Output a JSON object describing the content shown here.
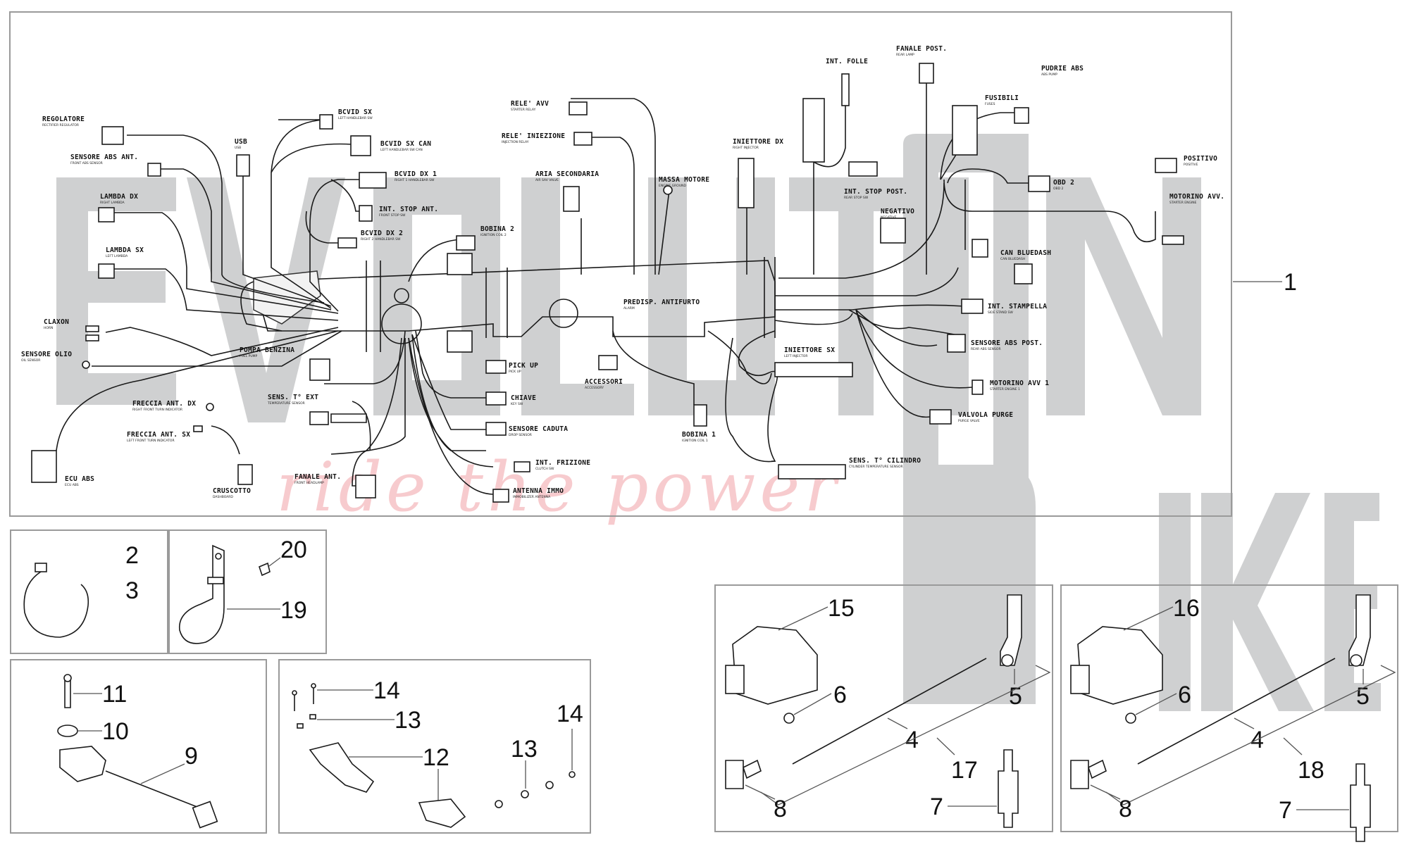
{
  "watermark": {
    "brand_line1": "EVOLUTION",
    "brand_line2": "BIKE",
    "slogan": "ride the power",
    "color": "#cfd0d1",
    "slogan_color": "#f6c3c6"
  },
  "harness": {
    "callout": "1",
    "connectors": [
      {
        "id": "regolatore",
        "label": "REGOLATORE",
        "sub": "RECTIFIER REGULATOR"
      },
      {
        "id": "sensore-abs-ant",
        "label": "SENSORE ABS ANT.",
        "sub": "FRONT ABS SENSOR"
      },
      {
        "id": "lambda-dx",
        "label": "LAMBDA DX",
        "sub": "RIGHT LAMBDA"
      },
      {
        "id": "lambda-sx",
        "label": "LAMBDA SX",
        "sub": "LEFT LAMBDA"
      },
      {
        "id": "claxon",
        "label": "CLAXON",
        "sub": "HORN"
      },
      {
        "id": "sensore-olio",
        "label": "SENSORE OLIO",
        "sub": "OIL SENSOR"
      },
      {
        "id": "ecu-abs",
        "label": "ECU ABS",
        "sub": "ECU ABS"
      },
      {
        "id": "usb",
        "label": "USB",
        "sub": "USB"
      },
      {
        "id": "bcvid-sx",
        "label": "BCVID SX",
        "sub": "LEFT HANDLEBAR SW"
      },
      {
        "id": "bcvid-sx-can",
        "label": "BCVID SX CAN",
        "sub": "LEFT HANDLEBAR SW CAN"
      },
      {
        "id": "bcvid-dx-1",
        "label": "BCVID DX 1",
        "sub": "RIGHT 1 HANDLEBAR SW"
      },
      {
        "id": "int-stop-ant",
        "label": "INT. STOP ANT.",
        "sub": "FRONT STOP SW"
      },
      {
        "id": "bcvid-dx-2",
        "label": "BCVID DX 2",
        "sub": "RIGHT 2 HANDLEBAR SW"
      },
      {
        "id": "bobina-2",
        "label": "BOBINA 2",
        "sub": "IGNITION COIL 2"
      },
      {
        "id": "pompa-benzina",
        "label": "POMPA BENZINA",
        "sub": "FUEL PUMP"
      },
      {
        "id": "sens-t-ext",
        "label": "SENS. T° EXT",
        "sub": "TEMPERATURE SENSOR"
      },
      {
        "id": "freccia-ant-dx",
        "label": "FRECCIA ANT. DX",
        "sub": "RIGHT FRONT TURN INDICATOR"
      },
      {
        "id": "freccia-ant-sx",
        "label": "FRECCIA ANT. SX",
        "sub": "LEFT FRONT TURN INDICATOR"
      },
      {
        "id": "cruscotto",
        "label": "CRUSCOTTO",
        "sub": "DASHBOARD"
      },
      {
        "id": "fanale-ant",
        "label": "FANALE ANT.",
        "sub": "FRONT HEADLAMP"
      },
      {
        "id": "rele-avv",
        "label": "RELE' AVV",
        "sub": "STARTER RELAY"
      },
      {
        "id": "rele-iniezione",
        "label": "RELE' INIEZIONE",
        "sub": "INJECTION RELAY"
      },
      {
        "id": "aria-secondaria",
        "label": "ARIA SECONDARIA",
        "sub": "AIR SAV VALVE"
      },
      {
        "id": "massa-motore",
        "label": "MASSA MOTORE",
        "sub": "ENGINE GROUND"
      },
      {
        "id": "pick-up",
        "label": "PICK UP",
        "sub": "PICK UP"
      },
      {
        "id": "chiave",
        "label": "CHIAVE",
        "sub": "KEY SW"
      },
      {
        "id": "sensore-caduta",
        "label": "SENSORE CADUTA",
        "sub": "DROP SENSOR"
      },
      {
        "id": "int-frizione",
        "label": "INT. FRIZIONE",
        "sub": "CLUTCH SW"
      },
      {
        "id": "antenna-immo",
        "label": "ANTENNA IMMO",
        "sub": "IMMOBILIZER ANTENNA"
      },
      {
        "id": "predisp-antifurto",
        "label": "PREDISP. ANTIFURTO",
        "sub": "ALARM"
      },
      {
        "id": "accessori",
        "label": "ACCESSORI",
        "sub": "ACCESSORY"
      },
      {
        "id": "bobina-1",
        "label": "BOBINA 1",
        "sub": "IGNITION COIL 1"
      },
      {
        "id": "iniettore-dx",
        "label": "INIETTORE DX",
        "sub": "RIGHT INJECTOR"
      },
      {
        "id": "iniettore-sx",
        "label": "INIETTORE SX",
        "sub": "LEFT INJECTOR"
      },
      {
        "id": "sens-t-cilindro",
        "label": "SENS. T° CILINDRO",
        "sub": "CYLINDER TEMPERATURE SENSOR"
      },
      {
        "id": "int-folle",
        "label": "INT. FOLLE",
        "sub": ""
      },
      {
        "id": "int-stop-post",
        "label": "INT. STOP POST.",
        "sub": "REAR STOP SW"
      },
      {
        "id": "negativo",
        "label": "NEGATIVO",
        "sub": "NEGATIVE"
      },
      {
        "id": "fanale-post",
        "label": "FANALE POST.",
        "sub": "REAR LAMP"
      },
      {
        "id": "pudrie-abs",
        "label": "PUDRIE ABS",
        "sub": "ABS PUMP"
      },
      {
        "id": "fusibili",
        "label": "FUSIBILI",
        "sub": "FUSES"
      },
      {
        "id": "obd-2",
        "label": "OBD 2",
        "sub": "OBD 2"
      },
      {
        "id": "positivo",
        "label": "POSITIVO",
        "sub": "POSITIVE"
      },
      {
        "id": "motorino-avv",
        "label": "MOTORINO AVV.",
        "sub": "STARTER ENGINE"
      },
      {
        "id": "can-bluedash",
        "label": "CAN BLUEDASH",
        "sub": "CAN BLUEDASH"
      },
      {
        "id": "int-stampella",
        "label": "INT. STAMPELLA",
        "sub": "SIDE STAND SW"
      },
      {
        "id": "sensore-abs-post",
        "label": "SENSORE ABS POST.",
        "sub": "REAR ABS SENSOR"
      },
      {
        "id": "motorino-avv-1",
        "label": "MOTORINO AVV 1",
        "sub": "STARTER ENGINE 1"
      },
      {
        "id": "valvola-purge",
        "label": "VALVOLA PURGE",
        "sub": "PURGE VALVE"
      }
    ]
  },
  "groups": [
    {
      "id": "tie-wrap",
      "callouts": [
        "2",
        "3"
      ]
    },
    {
      "id": "bracket",
      "callouts": [
        "20",
        "19"
      ]
    },
    {
      "id": "sensor-9",
      "callouts": [
        "11",
        "10",
        "9"
      ]
    },
    {
      "id": "switch-12",
      "callouts": [
        "14",
        "13",
        "12",
        "13",
        "14"
      ]
    },
    {
      "id": "coil-15",
      "callouts": [
        "15",
        "6",
        "5",
        "4",
        "17",
        "8",
        "7"
      ]
    },
    {
      "id": "coil-16",
      "callouts": [
        "16",
        "6",
        "5",
        "4",
        "18",
        "8",
        "7"
      ]
    }
  ]
}
